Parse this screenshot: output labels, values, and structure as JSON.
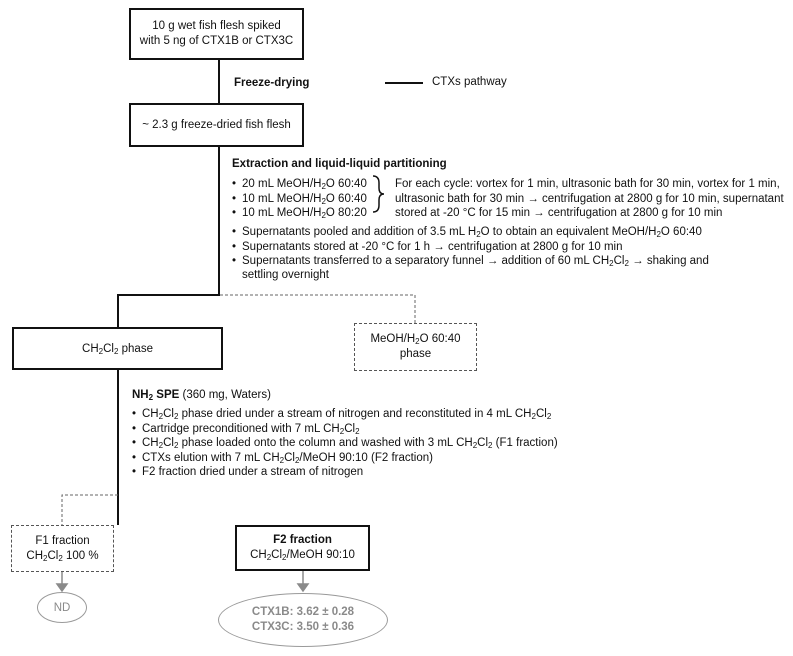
{
  "start_box": {
    "line1": "10 g wet fish flesh spiked",
    "line2": "with 5 ng of CTX1B or CTX3C"
  },
  "freeze_drying": "Freeze-drying",
  "legend": {
    "label": "CTXs pathway"
  },
  "dried_box": "~ 2.3 g freeze-dried fish flesh",
  "extraction": {
    "title": "Extraction and liquid-liquid partitioning",
    "cycles": [
      "20 mL MeOH/H2O 60:40",
      "10 mL MeOH/H2O 60:40",
      "10 mL MeOH/H2O 80:20"
    ],
    "cycle_note": [
      "For each cycle: vortex for 1 min, ultrasonic bath for 30 min, vortex for 1 min,",
      "ultrasonic bath for 30 min → centrifugation at 2800 g for 10 min, supernatant",
      "stored at -20 °C for 15 min → centrifugation at 2800 g for 10 min"
    ],
    "steps": [
      "Supernatants pooled and addition of 3.5 mL H2O to obtain an equivalent MeOH/H2O 60:40",
      "Supernatants stored at -20 °C for 1 h → centrifugation at 2800 g for 10 min",
      "Supernatants transferred to a separatory funnel → addition of 60 mL CH2Cl2 → shaking and",
      "settling overnight"
    ]
  },
  "ch2cl2_phase": "CH2Cl2 phase",
  "meoh_phase": {
    "line1": "MeOH/H2O 60:40",
    "line2": "phase"
  },
  "spe": {
    "title": "NH2 SPE",
    "title_detail": " (360 mg, Waters)",
    "steps": [
      "CH2Cl2 phase dried under a stream of nitrogen and reconstituted in 4 mL CH2Cl2",
      "Cartridge preconditioned with 7 mL CH2Cl2",
      "CH2Cl2 phase loaded onto the column and washed with 3 mL CH2Cl2 (F1 fraction)",
      "CTXs elution with 7 mL CH2Cl2/MeOH 90:10 (F2 fraction)",
      "F2 fraction dried under a stream of nitrogen"
    ]
  },
  "f1_box": {
    "line1": "F1 fraction",
    "line2": "CH2Cl2 100 %"
  },
  "f2_box": {
    "line1": "F2 fraction",
    "line2": "CH2Cl2/MeOH 90:10"
  },
  "nd_result": "ND",
  "f2_result": {
    "line1": "CTX1B: 3.62 ± 0.28",
    "line2": "CTX3C: 3.50 ± 0.36"
  },
  "colors": {
    "line": "#111111",
    "dashed": "#555555",
    "result_gray": "#8a8a8a"
  }
}
